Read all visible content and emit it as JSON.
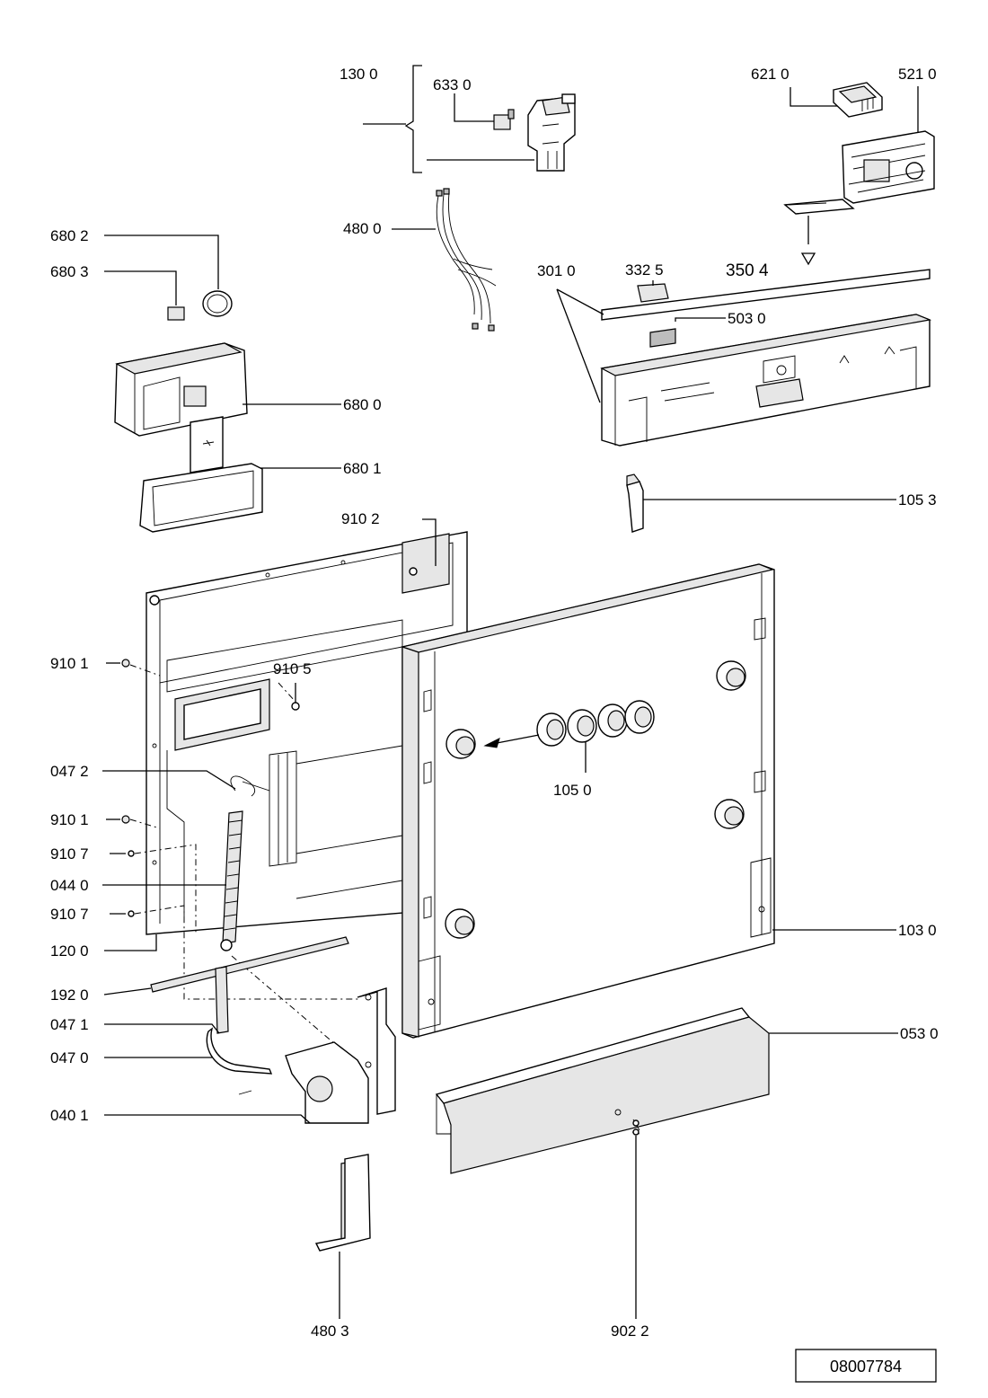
{
  "labels": {
    "l1300": "130 0",
    "l6330": "633 0",
    "l6210": "621 0",
    "l5210": "521 0",
    "l4800": "480 0",
    "l6802": "680 2",
    "l6803": "680 3",
    "l3010": "301 0",
    "l3325": "332 5",
    "l3504": "350 4",
    "l5030": "503  0",
    "l6800": "680 0",
    "l6801": "680 1",
    "l1053": "105 3",
    "l9102": "910 2",
    "l9101a": "910 1",
    "l9105": "910 5",
    "l1050": "105 0",
    "l0472": "047 2",
    "l9101b": "910 1",
    "l9107a": "910 7",
    "l0440": "044 0",
    "l9107b": "910 7",
    "l1030": "103 0",
    "l1200": "120 0",
    "l1920": "192 0",
    "l0471": "047 1",
    "l0530": "053 0",
    "l0470": "047 0",
    "l0401": "040 1",
    "l4803": "480 3",
    "l9022": "902 2"
  },
  "document_number": "08007784"
}
